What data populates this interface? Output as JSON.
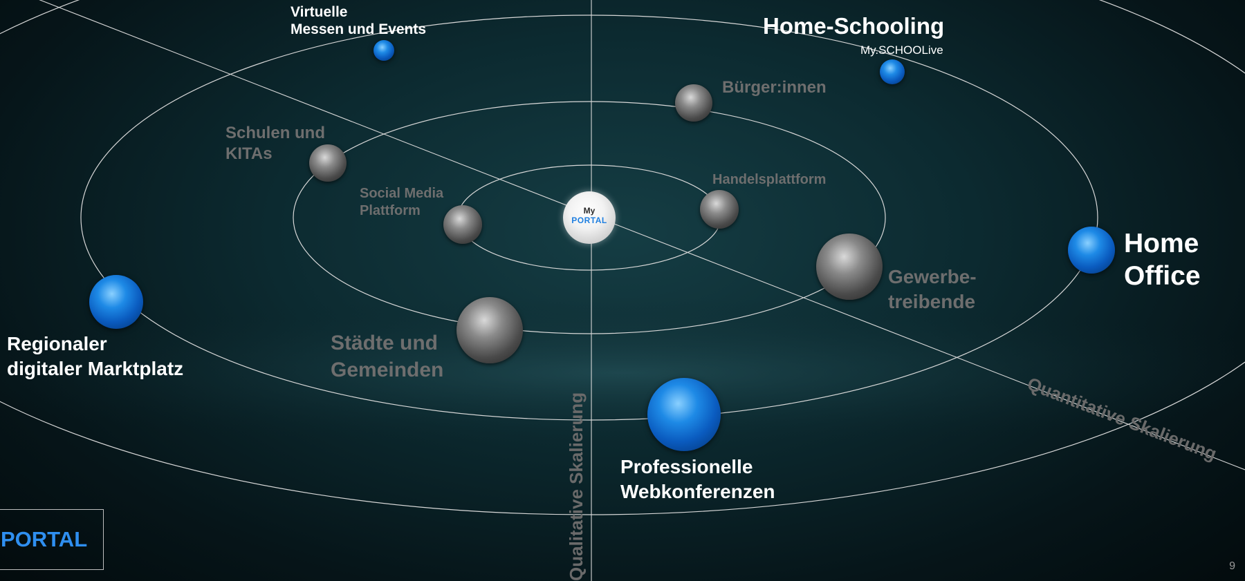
{
  "center": {
    "my": "My",
    "portal": "PORTAL"
  },
  "brand": {
    "label": "PORTAL"
  },
  "page_number": "9",
  "axes": {
    "vertical": "Qualitative Skalierung",
    "diagonal": "Quantitative Skalierung"
  },
  "inner_ring": {
    "social_media": [
      "Social Media",
      "Plattform"
    ],
    "handelsplattform": "Handelsplattform"
  },
  "middle_ring": {
    "schulen": [
      "Schulen und",
      "KITAs"
    ],
    "staedte": [
      "Städte und",
      "Gemeinden"
    ],
    "gewerbe": [
      "Gewerbe-",
      "treibende"
    ]
  },
  "outer_ring": {
    "buerger": "Bürger:innen",
    "home_schooling": "Home-Schooling",
    "home_schooling_sub": "My.SCHOOLive",
    "virtuelle": [
      "Virtuelle",
      "Messen und Events"
    ],
    "home_office": [
      "Home",
      "Office"
    ],
    "marktplatz": [
      "Regionaler",
      "digitaler Marktplatz"
    ],
    "webkonferenzen": [
      "Professionelle",
      "Webkonferenzen"
    ]
  },
  "colors": {
    "background": "#0c2a30",
    "ring_stroke": "#d8d8d8",
    "gray_label": "#6e6e6e",
    "white_label": "#ffffff",
    "accent_blue": "#1e8ae6"
  }
}
